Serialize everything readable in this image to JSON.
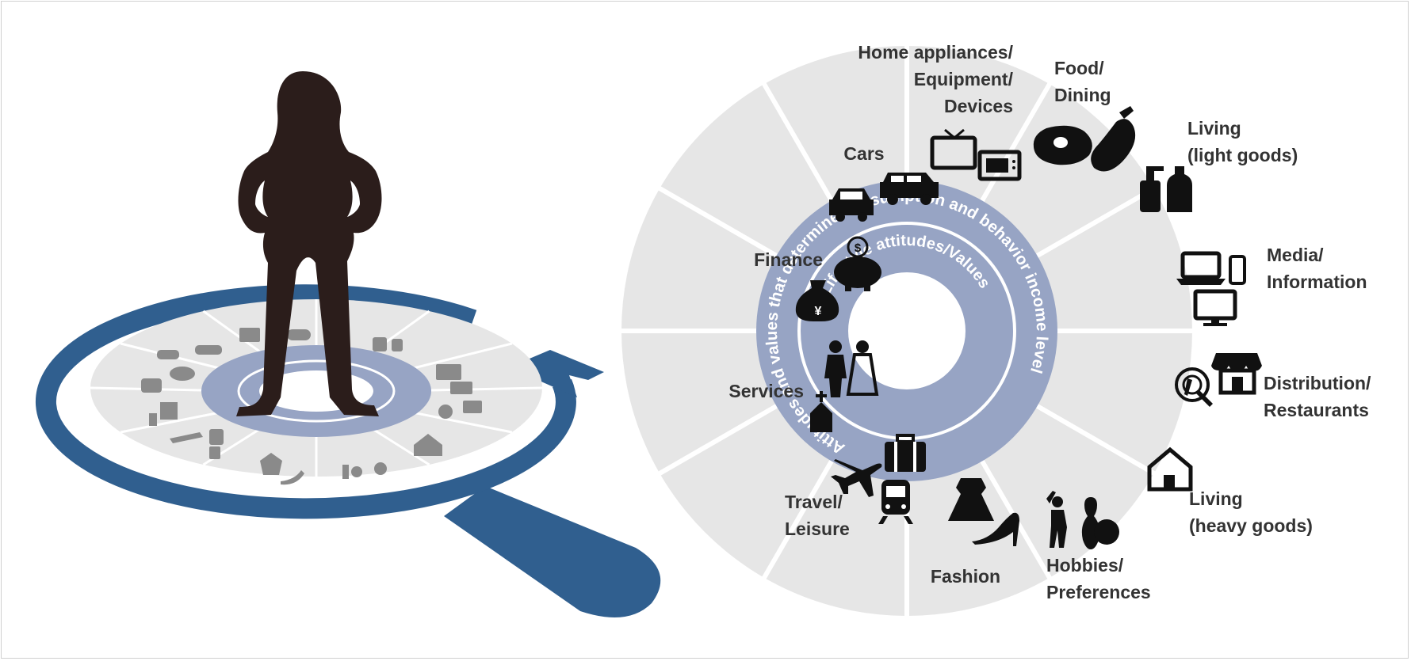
{
  "diagram": {
    "outer_ring_text": "Attitudes and values that determine consumption and behavior",
    "income_text": "income level",
    "inner_ring_text": "Lifestyle attitudes/Values",
    "segments": [
      {
        "id": "food",
        "lines": [
          "Food/",
          "Dining"
        ]
      },
      {
        "id": "living-light",
        "lines": [
          "Living",
          "(light goods)"
        ]
      },
      {
        "id": "media",
        "lines": [
          "Media/",
          "Information"
        ]
      },
      {
        "id": "distribution",
        "lines": [
          "Distribution/",
          "Restaurants"
        ]
      },
      {
        "id": "living-heavy",
        "lines": [
          "Living",
          "(heavy goods)"
        ]
      },
      {
        "id": "hobbies",
        "lines": [
          "Hobbies/",
          "Preferences"
        ]
      },
      {
        "id": "fashion",
        "lines": [
          "Fashion"
        ]
      },
      {
        "id": "travel",
        "lines": [
          "Travel/",
          "Leisure"
        ]
      },
      {
        "id": "services",
        "lines": [
          "Services"
        ]
      },
      {
        "id": "finance",
        "lines": [
          "Finance"
        ]
      },
      {
        "id": "cars",
        "lines": [
          "Cars"
        ]
      },
      {
        "id": "home-appliances",
        "lines": [
          "Home appliances/",
          "Equipment/",
          "Devices"
        ]
      }
    ],
    "icons": {
      "food": [
        "meat-icon",
        "eggplant-icon"
      ],
      "living-light": [
        "pump-bottle-icon",
        "detergent-bottle-icon"
      ],
      "media": [
        "laptop-icon",
        "smartphone-icon",
        "monitor-icon"
      ],
      "distribution": [
        "store-icon",
        "plate-cutlery-icon"
      ],
      "living-heavy": [
        "house-icon"
      ],
      "hobbies": [
        "golfer-icon",
        "bowling-icon"
      ],
      "fashion": [
        "dress-icon",
        "high-heel-icon"
      ],
      "travel": [
        "airplane-icon",
        "suitcase-icon",
        "train-icon"
      ],
      "services": [
        "wedding-couple-icon",
        "church-icon"
      ],
      "finance": [
        "money-bag-icon",
        "piggy-bank-icon"
      ],
      "cars": [
        "car-icon",
        "suv-icon"
      ],
      "home-appliances": [
        "tv-icon",
        "microwave-icon"
      ]
    },
    "symbols": {
      "yen": "¥",
      "dollar": "$"
    },
    "colors": {
      "segment_fill": "#e6e6e6",
      "ring_fill": "#97a4c4",
      "arrow_blue": "#305f8f",
      "silhouette": "#2b1d1b",
      "label_text": "#333333",
      "icon_fill": "#111111"
    }
  }
}
